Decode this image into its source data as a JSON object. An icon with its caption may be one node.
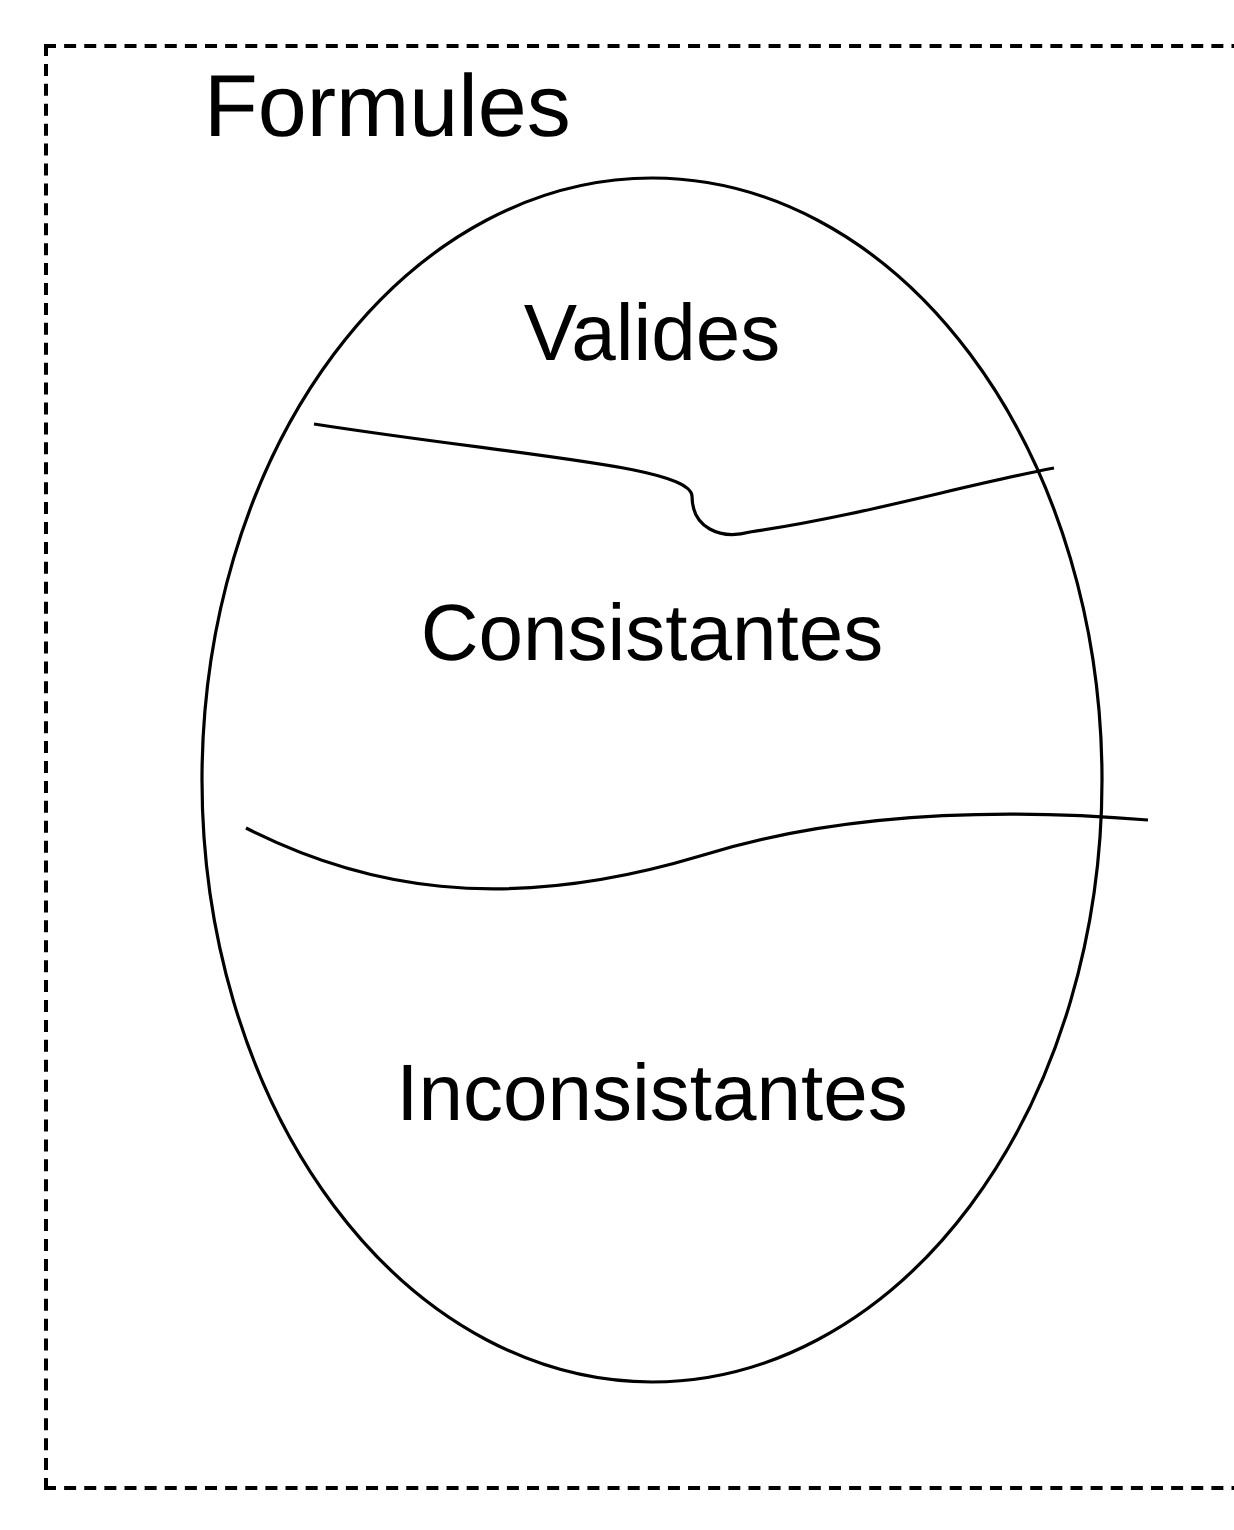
{
  "diagram": {
    "nodes": [
      {
        "text": [
          "Formules"
        ]
      },
      {
        "text": [],
        "shape": "ellipse",
        "in": 0
      },
      {
        "text": [
          "Valides"
        ],
        "in": 1
      },
      {
        "text": [
          "Consistantes"
        ],
        "in": 1
      },
      {
        "text": [
          "Inconsistantes"
        ],
        "in": 1
      }
    ],
    "edges": []
  }
}
